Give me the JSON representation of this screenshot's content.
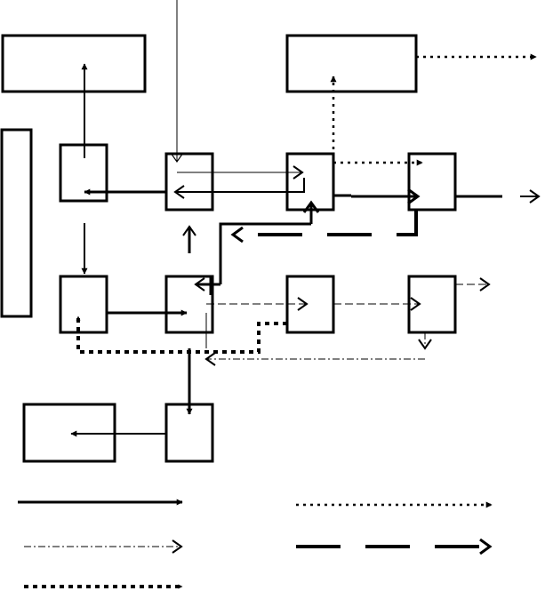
{
  "diagram": {
    "type": "block-flow-diagram",
    "labels": [],
    "legend": {
      "entries": [
        {
          "style": "solid-thick",
          "label": ""
        },
        {
          "style": "dotted-medium",
          "label": ""
        },
        {
          "style": "dash-dot-thin",
          "label": ""
        },
        {
          "style": "long-dash-thick",
          "label": ""
        },
        {
          "style": "dotted-thick",
          "label": ""
        }
      ]
    },
    "colors": {
      "stroke": "#000000",
      "background": "#ffffff"
    }
  }
}
